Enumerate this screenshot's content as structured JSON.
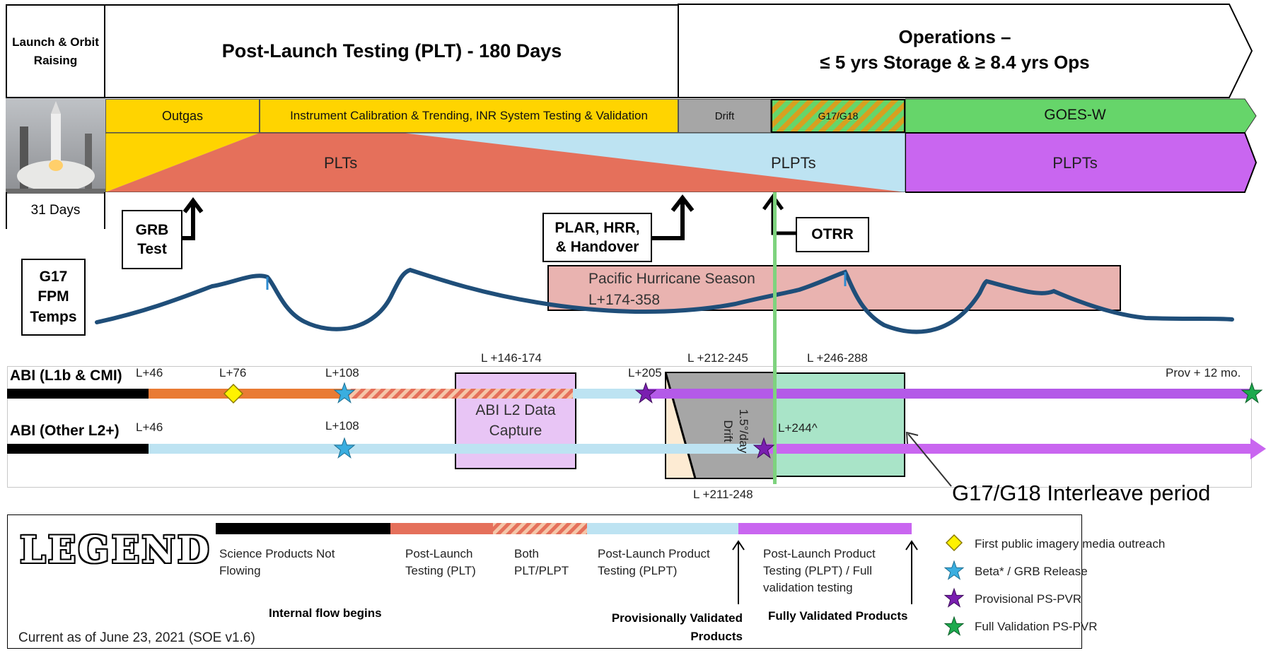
{
  "phases": {
    "launch": "Launch & Orbit Raising",
    "launch_days": "31 Days",
    "plt": "Post-Launch Testing (PLT) - 180 Days",
    "ops_line1": "Operations –",
    "ops_line2": "≤ 5 yrs Storage & ≥ 8.4 yrs Ops"
  },
  "bars": {
    "outgas": "Outgas",
    "calibration": "Instrument Calibration & Trending, INR System Testing & Validation",
    "drift": "Drift",
    "g17g18": "G17/G18",
    "goesw": "GOES-W",
    "plts": "PLTs",
    "plpts_mid": "PLPTs",
    "plpts_right": "PLPTs"
  },
  "callouts": {
    "grb_line1": "GRB",
    "grb_line2": "Test",
    "plar_line1": "PLAR, HRR,",
    "plar_line2": "& Handover",
    "otrr": "OTRR",
    "fpm_line1": "G17",
    "fpm_line2": "FPM",
    "fpm_line3": "Temps"
  },
  "hurricane": {
    "line1": "Pacific Hurricane Season",
    "line2": "L+174-358"
  },
  "timeline": {
    "row1_label": "ABI (L1b & CMI)",
    "row2_label": "ABI (Other L2+)",
    "l46_a": "L+46",
    "l76": "L+76",
    "l108_a": "L+108",
    "l146": "L +146-174",
    "l205": "L+205",
    "l212": "L +212-245",
    "l246": "L +246-288",
    "prov12": "Prov + 12 mo.",
    "l46_b": "L+46",
    "l108_b": "L+108",
    "l244": "L+244^",
    "l211": "L +211-248",
    "abi_l2_line1": "ABI L2 Data",
    "abi_l2_line2": "Capture",
    "drift_rate": "1.5°/day",
    "drift_word": "Drift",
    "interleave": "G17/G18 Interleave period"
  },
  "legend": {
    "title": "LEGEND",
    "science_l1": "Science Products Not",
    "science_l2": "Flowing",
    "plt_l1": "Post-Launch",
    "plt_l2": "Testing (PLT)",
    "both_l1": "Both",
    "both_l2": "PLT/PLPT",
    "plpt_l1": "Post-Launch Product",
    "plpt_l2": "Testing (PLPT)",
    "full_l1": "Post-Launch Product",
    "full_l2": "Testing (PLPT) / Full",
    "full_l3": "validation testing",
    "internal_flow": "Internal flow begins",
    "prov_valid_l1": "Provisionally Validated",
    "prov_valid_l2": "Products",
    "fully_valid": "Fully Validated Products",
    "sym_first": "First public imagery media outreach",
    "sym_beta": "Beta* / GRB Release",
    "sym_prov": "Provisional PS-PVR",
    "sym_full": "Full Validation PS-PVR",
    "current": "Current as of June 23, 2021 (SOE v1.6)"
  },
  "colors": {
    "yellow": "#FFD400",
    "salmon": "#E5705B",
    "lightblue": "#BDE3F2",
    "purple": "#C966F0",
    "green": "#66D56A",
    "gray": "#A6A6A6",
    "orange": "#E97B34",
    "darknavy": "#1F4E79",
    "hurricane": "#E9B3B0",
    "abi_l2": "#E8C5F5",
    "interleave_box": "#A9E4C8",
    "star_blue": "#3AAEE0",
    "star_purple": "#7A1FB0",
    "star_green": "#1DAA4E",
    "diamond": "#FFF200"
  },
  "fpm_temperature_curve": {
    "series": [
      {
        "x": 0.0,
        "y": 0.85
      },
      {
        "x": 0.05,
        "y": 0.7
      },
      {
        "x": 0.1,
        "y": 0.55
      },
      {
        "x": 0.15,
        "y": 0.4
      },
      {
        "x": 0.17,
        "y": 0.3
      },
      {
        "x": 0.18,
        "y": 0.1
      },
      {
        "x": 0.22,
        "y": 0.5
      },
      {
        "x": 0.28,
        "y": 1.0
      },
      {
        "x": 0.33,
        "y": 0.6
      },
      {
        "x": 0.34,
        "y": 0.15
      },
      {
        "x": 0.4,
        "y": 0.35
      },
      {
        "x": 0.5,
        "y": 0.6
      },
      {
        "x": 0.6,
        "y": 0.8
      },
      {
        "x": 0.65,
        "y": 0.7
      },
      {
        "x": 0.7,
        "y": 0.4
      },
      {
        "x": 0.74,
        "y": 0.0
      },
      {
        "x": 0.76,
        "y": 0.4
      },
      {
        "x": 0.8,
        "y": 1.0
      },
      {
        "x": 0.85,
        "y": 0.6
      },
      {
        "x": 0.87,
        "y": 0.15
      },
      {
        "x": 0.92,
        "y": 0.5
      },
      {
        "x": 0.96,
        "y": 0.8
      },
      {
        "x": 1.0,
        "y": 0.85
      }
    ]
  }
}
